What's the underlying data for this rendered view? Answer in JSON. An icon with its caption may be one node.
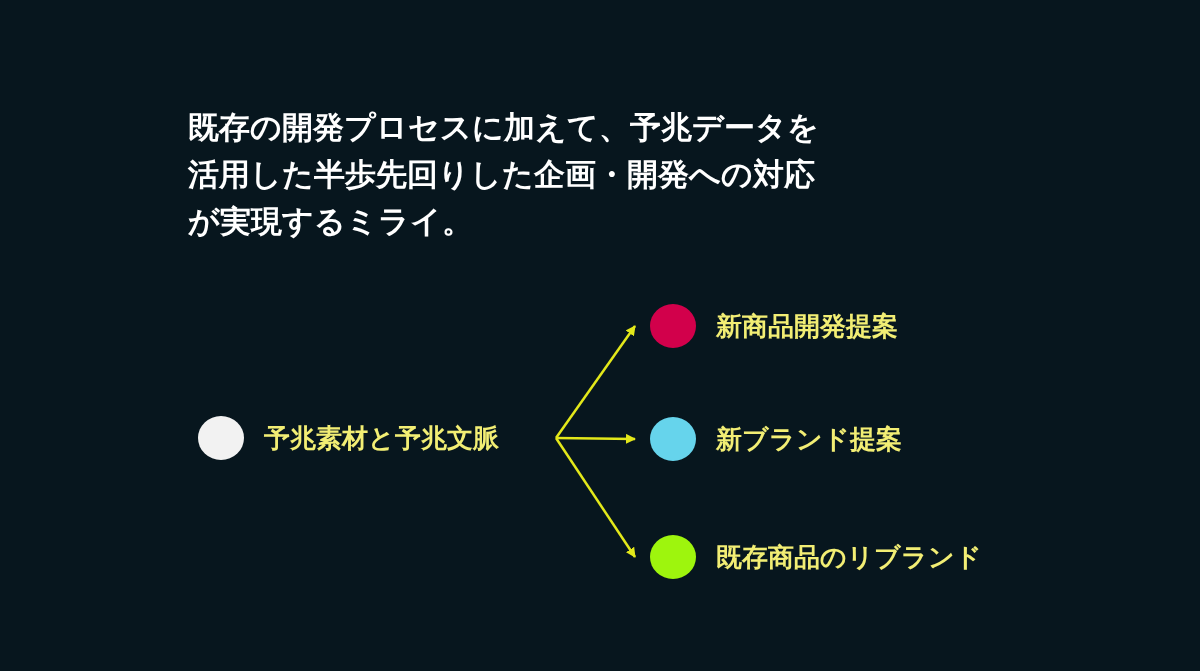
{
  "diagram": {
    "title": "既存の開発プロセスに加えて、予兆データを活用した半歩先回りした企画・開発への対応が実現するミライ。",
    "nodes": [
      {
        "text": [
          "予兆素材と予兆文脈"
        ]
      },
      {
        "text": [
          "新商品開発提案"
        ]
      },
      {
        "text": [
          "新ブランド提案"
        ]
      },
      {
        "text": [
          "既存商品のリブランド"
        ]
      }
    ],
    "edges": [
      {
        "from": 0,
        "to": 1,
        "arrow": "to"
      },
      {
        "from": 0,
        "to": 2,
        "arrow": "to"
      },
      {
        "from": 0,
        "to": 3,
        "arrow": "to"
      }
    ]
  }
}
